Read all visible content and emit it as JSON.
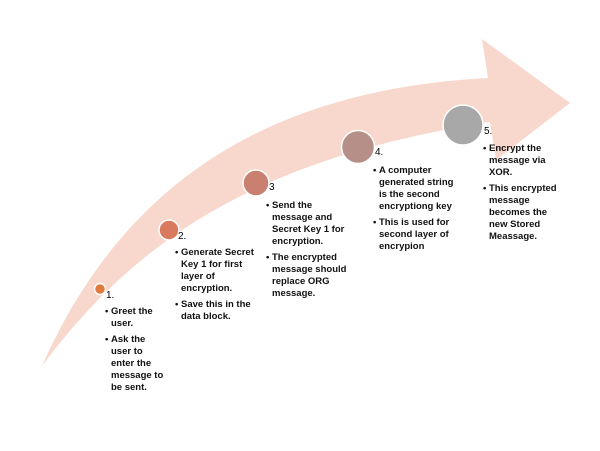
{
  "colors": {
    "arrow_fill": "#f8d7cc",
    "circle_1": "#e07a3f",
    "circle_2": "#d97a5e",
    "circle_3": "#c98070",
    "circle_4": "#b69088",
    "circle_5": "#a8a8a8",
    "circle_border": "#ffffff"
  },
  "steps": [
    {
      "number": "1.",
      "bullets": [
        "Greet the user.",
        "Ask the user to enter the message to be sent."
      ]
    },
    {
      "number": "2.",
      "bullets": [
        "Generate Secret Key 1 for first layer of encryption.",
        "Save this in the data block."
      ]
    },
    {
      "number": "3",
      "bullets": [
        "Send the message and Secret Key 1 for encryption.",
        "The encrypted message should replace ORG message."
      ]
    },
    {
      "number": "4.",
      "bullets": [
        "A computer generated string is the second encryptiong key",
        "This is used for second layer of encrypion"
      ]
    },
    {
      "number": "5.",
      "bullets": [
        "Encrypt the message via XOR.",
        "This encrypted message becomes the new Stored Meassage."
      ]
    }
  ]
}
